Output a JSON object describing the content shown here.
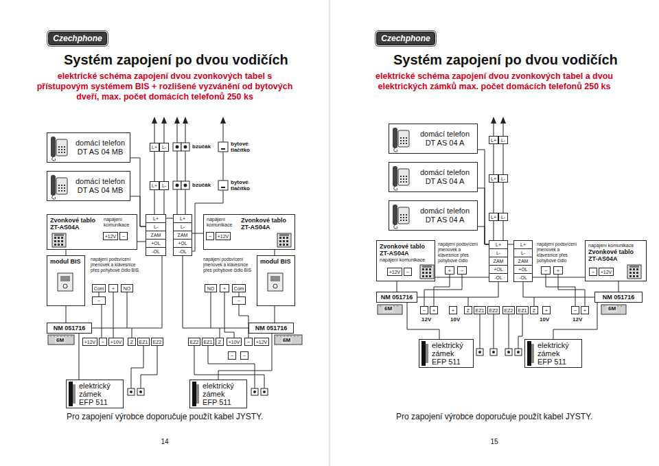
{
  "diagram": {
    "title": "Systém zapojení po dvou vodičích",
    "nodes": [
      {
        "text": [
          "Czechphone"
        ]
      },
      {
        "text": [
          "domácí telefon DT AS 04 MB"
        ]
      },
      {
        "text": [
          "domácí telefon DT AS 04 MB"
        ]
      },
      {
        "text": [
          "Zvonkové tablo ZT-AS04A",
          "napájení komunikace"
        ]
      },
      {
        "text": [
          "L+",
          "L-",
          "ZAM",
          "+OL",
          "-OL"
        ]
      },
      {
        "text": [
          "L+",
          "L-",
          "ZAM",
          "+OL",
          "-OL"
        ]
      },
      {
        "text": [
          "napájení komunikace",
          "Zvonkové tablo ZT-AS04A"
        ]
      },
      {
        "text": [
          "modul BIS"
        ]
      },
      {
        "text": [
          "modul BIS"
        ]
      },
      {
        "text": [
          "NM 051716"
        ]
      },
      {
        "text": [
          "NM 051716"
        ]
      },
      {
        "text": [
          "elektrický zámek EFP 511"
        ]
      },
      {
        "text": [
          "elektrický zámek EFP 511"
        ]
      },
      {
        "text": [
          "Czechphone"
        ]
      },
      {
        "text": [
          "domácí telefon DT AS 04 A"
        ]
      },
      {
        "text": [
          "domácí telefon DT AS 04 A"
        ]
      },
      {
        "text": [
          "domácí telefon DT AS 04 A"
        ]
      },
      {
        "text": [
          "Zvonkové tablo ZT-AS04A",
          "napájení komunikace"
        ]
      },
      {
        "text": [
          "L+",
          "L-",
          "ZAM",
          "+OL",
          "-OL"
        ]
      },
      {
        "text": [
          "L+",
          "L-",
          "ZAM",
          "+OL",
          "-OL"
        ]
      },
      {
        "text": [
          "napájení komunikace",
          "Zvonkové tablo ZT-AS04A"
        ]
      },
      {
        "text": [
          "NM 051716"
        ]
      },
      {
        "text": [
          "NM 051716"
        ]
      },
      {
        "text": [
          "elektrický zámek EFP 511"
        ]
      },
      {
        "text": [
          "elektrický zámek EFP 511"
        ]
      }
    ],
    "edges": [
      {
        "from": 1,
        "to": 4,
        "arrow": "none"
      },
      {
        "from": 2,
        "to": 4,
        "arrow": "none"
      },
      {
        "from": 3,
        "to": 4,
        "arrow": "none"
      },
      {
        "from": 4,
        "to": 5,
        "arrow": "none"
      },
      {
        "from": 5,
        "to": 6,
        "arrow": "none"
      },
      {
        "from": 7,
        "to": 3,
        "arrow": "none"
      },
      {
        "from": 8,
        "to": 6,
        "arrow": "none"
      },
      {
        "from": 9,
        "to": 4,
        "arrow": "none"
      },
      {
        "from": 9,
        "to": 7,
        "arrow": "none"
      },
      {
        "from": 9,
        "to": 11,
        "arrow": "none"
      },
      {
        "from": 10,
        "to": 5,
        "arrow": "none"
      },
      {
        "from": 10,
        "to": 8,
        "arrow": "none"
      },
      {
        "from": 10,
        "to": 12,
        "arrow": "none"
      },
      {
        "from": 14,
        "to": 18,
        "arrow": "none"
      },
      {
        "from": 15,
        "to": 18,
        "arrow": "none"
      },
      {
        "from": 16,
        "to": 18,
        "arrow": "none"
      },
      {
        "from": 17,
        "to": 18,
        "arrow": "none"
      },
      {
        "from": 18,
        "to": 19,
        "arrow": "none"
      },
      {
        "from": 19,
        "to": 20,
        "arrow": "none"
      },
      {
        "from": 21,
        "to": 17,
        "arrow": "none"
      },
      {
        "from": 21,
        "to": 18,
        "arrow": "none"
      },
      {
        "from": 21,
        "to": 23,
        "arrow": "none"
      },
      {
        "from": 22,
        "to": 19,
        "arrow": "none"
      },
      {
        "from": 22,
        "to": 20,
        "arrow": "none"
      },
      {
        "from": 22,
        "to": 24,
        "arrow": "none"
      }
    ],
    "labels": [
      "Systém zapojení po dvou vodičích",
      "elektrické schéma zapojení dvou zvonkových tabel s přístupovým systémem BIS + rozlišené vyzvánění od bytových dveří, max. počet domácích telefonů 250 ks",
      "elektrické schéma zapojení dvou zvonkových tabel a dvou elektrických zámků max. počet domácích telefonů 250 ks",
      "L+",
      "L-",
      "bzučák",
      "bytové tlačítko",
      "L+",
      "L-",
      "bzučák",
      "bytové tlačítko",
      "+12V",
      "~",
      "~",
      "+12V",
      "napájení podsvícení jmenovek a klávesnice přes pohybové čidlo BIS",
      "Com",
      "+",
      "NO",
      "~",
      "napájení podsvícení jmenovek a klávesnice přes pohybové čidlo BIS",
      "NO",
      "+",
      "Com",
      "~",
      "6M",
      "+12V",
      "~",
      "+10V",
      "Z",
      "EZ1",
      "EZ2",
      "EZ2",
      "EZ1",
      "Z",
      "+10V",
      "~",
      "+12V",
      "6M",
      "~",
      "~",
      "Pro zapojení výrobce doporučuje použít kabel JYSTY.",
      "14",
      "L+",
      "L-",
      "L+",
      "L-",
      "L+",
      "L-",
      "napájení podsvícení jmenovek a klávesnice přes pohybové čidlo",
      "+",
      "~",
      "+12V",
      "~",
      "napájení podsvícení jmenovek a klávesnice přes pohybové čidlo",
      "~",
      "+",
      "~",
      "+12V",
      "6M",
      "~",
      "+",
      "12V",
      "+",
      "Z",
      "EZ1",
      "EZ2",
      "10V",
      "EZ2",
      "EZ1",
      "Z",
      "+",
      "10V",
      "~",
      "+",
      "6M",
      "12V",
      "Pro zapojení výrobce doporučuje použít kabel JYSTY.",
      "15"
    ]
  }
}
